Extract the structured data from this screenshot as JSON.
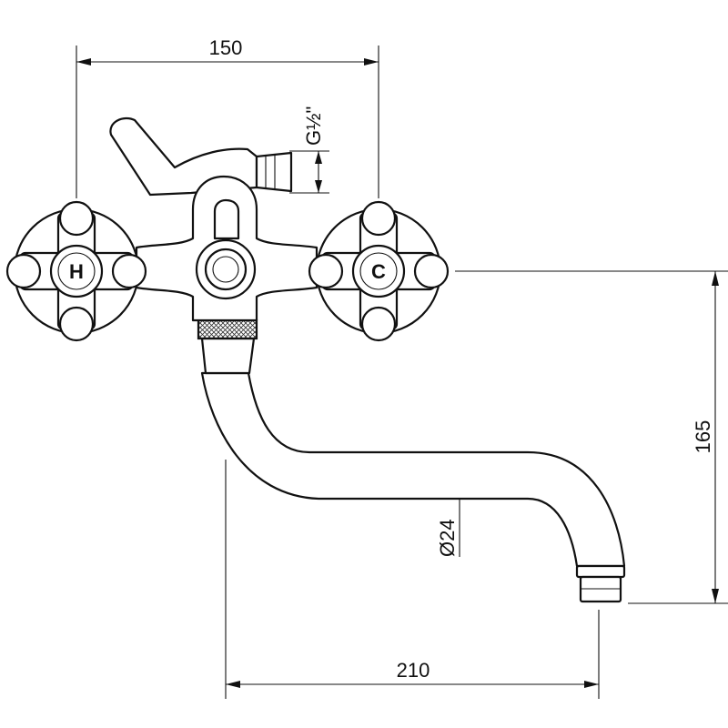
{
  "dimensions": {
    "width_top": "150",
    "thread": "G½\"",
    "height_right": "165",
    "diameter": "Ø24",
    "width_bottom": "210"
  },
  "handles": {
    "hot_label": "H",
    "cold_label": "C"
  }
}
